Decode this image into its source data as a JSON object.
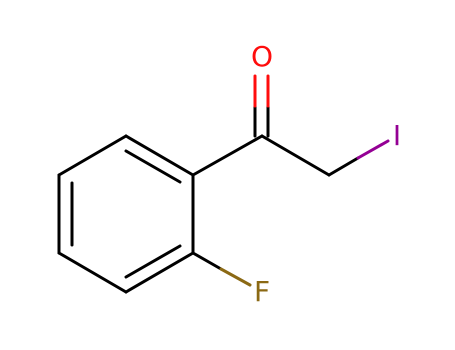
{
  "molecule": {
    "atoms": [
      {
        "id": "ring-c1",
        "element": "C"
      },
      {
        "id": "ring-c2",
        "element": "C"
      },
      {
        "id": "ring-c3",
        "element": "C"
      },
      {
        "id": "ring-c4",
        "element": "C"
      },
      {
        "id": "ring-c5",
        "element": "C"
      },
      {
        "id": "ring-c6",
        "element": "C"
      },
      {
        "id": "carbonyl-c",
        "element": "C"
      },
      {
        "id": "alpha-c",
        "element": "C"
      },
      {
        "id": "oxygen",
        "element": "O",
        "label": "O",
        "color": "#ff0d0d"
      },
      {
        "id": "iodine",
        "element": "I",
        "label": "I",
        "color": "#940094"
      },
      {
        "id": "fluorine",
        "element": "F",
        "label": "F",
        "color": "#8b6914"
      }
    ],
    "bonds": [
      {
        "from": "ring-c1",
        "to": "ring-c2",
        "order": 2
      },
      {
        "from": "ring-c2",
        "to": "ring-c3",
        "order": 1
      },
      {
        "from": "ring-c3",
        "to": "ring-c4",
        "order": 2
      },
      {
        "from": "ring-c4",
        "to": "ring-c5",
        "order": 1
      },
      {
        "from": "ring-c5",
        "to": "ring-c6",
        "order": 2
      },
      {
        "from": "ring-c6",
        "to": "ring-c1",
        "order": 1
      },
      {
        "from": "ring-c1",
        "to": "carbonyl-c",
        "order": 1
      },
      {
        "from": "carbonyl-c",
        "to": "oxygen",
        "order": 2
      },
      {
        "from": "carbonyl-c",
        "to": "alpha-c",
        "order": 1
      },
      {
        "from": "alpha-c",
        "to": "iodine",
        "order": 1
      },
      {
        "from": "ring-c6",
        "to": "fluorine",
        "order": 1
      }
    ]
  }
}
